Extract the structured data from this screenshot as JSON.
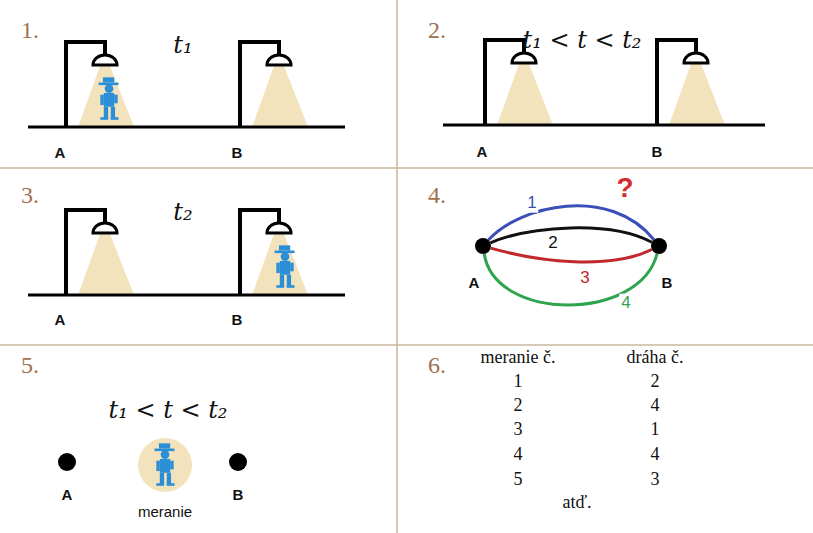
{
  "diagram": {
    "nodes": [
      {
        "text": [
          "A"
        ]
      },
      {
        "text": [
          "B"
        ]
      }
    ],
    "edges": [
      {
        "from": 0,
        "to": 1,
        "arrow": "none",
        "label": "1"
      },
      {
        "from": 0,
        "to": 1,
        "arrow": "none",
        "label": "2"
      },
      {
        "from": 0,
        "to": 1,
        "arrow": "none",
        "label": "3"
      },
      {
        "from": 0,
        "to": 1,
        "arrow": "none",
        "label": "4"
      }
    ],
    "labels": [
      "1.",
      "t₁",
      "A",
      "B",
      "2.",
      "t₁ < t < t₂",
      "A",
      "B",
      "3.",
      "t₂",
      "A",
      "B",
      "4.",
      "?",
      "5.",
      "t₁ < t < t₂",
      "A",
      "meranie",
      "B",
      "6.",
      "meranie č.",
      "dráha č.",
      "1",
      "2",
      "2",
      "4",
      "3",
      "1",
      "4",
      "4",
      "5",
      "3",
      "atď."
    ]
  }
}
